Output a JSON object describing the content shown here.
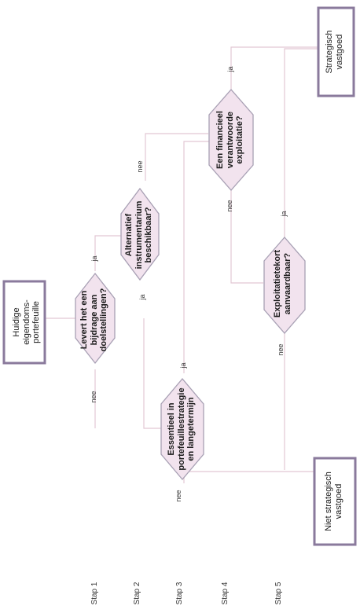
{
  "boxes": {
    "start": "Huidige\neigendoms-\nportefeuille",
    "strategic": "Strategisch\nvastgoed",
    "non_strategic": "Niet strategisch\nvastgoed"
  },
  "questions": {
    "q1": "Levert  het  een\nbijdrage aan\ndoelstellingen?",
    "q2": "Alternatief\ninstrumentarium\nbeschikbaar?",
    "q3": "Essentieel in\nportefeuillestrategie\nen langetermijn",
    "q4": "Een financieel\nverantwoorde\nexploitatie?",
    "q5": "Exploitatietekort\naanvaardbaar?"
  },
  "answers": {
    "ja": "ja",
    "nee": "nee"
  },
  "steps": [
    "Stap 1",
    "Stap 2",
    "Stap 3",
    "Stap 4",
    "Stap 5"
  ],
  "colors": {
    "diamond_fill": "#f2e3ee",
    "diamond_stroke": "#a8a0b4",
    "box_stroke": "#8a7a9c",
    "connector": "#e2c8d4"
  }
}
